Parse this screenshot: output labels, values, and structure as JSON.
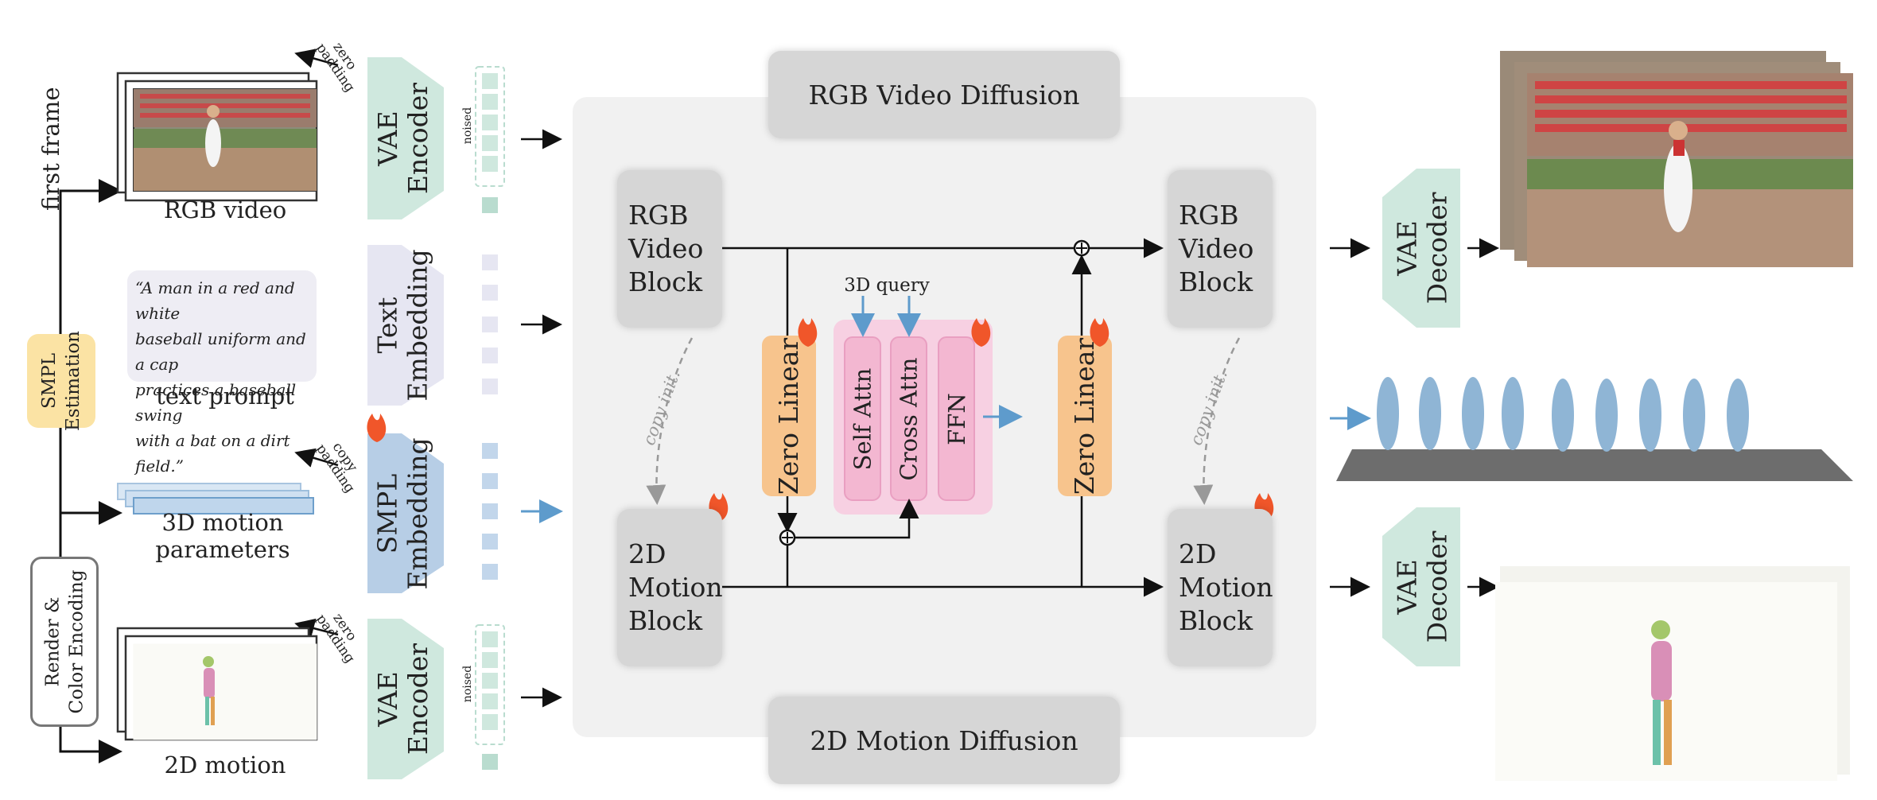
{
  "left": {
    "first_frame": "first frame",
    "smpl_estimation": [
      "SMPL",
      "Estimation"
    ],
    "render_color_encoding": [
      "Render &",
      "Color Encoding"
    ],
    "rgb_video_caption": "RGB video",
    "text_prompt_quote": [
      "“A man in a red and white",
      "baseball uniform and a cap",
      "practices a baseball swing",
      "with a bat on a dirt field.”"
    ],
    "text_prompt_caption": "text prompt",
    "motion_params_caption": "3D motion parameters",
    "motion_2d_caption": "2D motion",
    "zero_padding": [
      "zero",
      "padding"
    ],
    "copy_padding": [
      "copy",
      "padding"
    ]
  },
  "encoders": {
    "vae_encoder": [
      "VAE",
      "Encoder"
    ],
    "text_embedding": [
      "Text",
      "Embedding"
    ],
    "smpl_embedding": [
      "SMPL",
      "Embedding"
    ],
    "noised": "noised"
  },
  "center": {
    "rgb_video_diffusion": "RGB Video Diffusion",
    "motion_2d_diffusion": "2D Motion Diffusion",
    "rgb_video_block": [
      "RGB",
      "Video",
      "Block"
    ],
    "motion_2d_block": [
      "2D",
      "Motion",
      "Block"
    ],
    "zero_linear": "Zero Linear",
    "self_attn": "Self Attn",
    "cross_attn": "Cross Attn",
    "ffn": "FFN",
    "query_3d": "3D query",
    "copy_init": "copy init."
  },
  "right": {
    "vae_decoder": [
      "VAE",
      "Decoder"
    ]
  },
  "colors": {
    "vae_green": "#cfe8de",
    "text_lavender": "#e6e6f2",
    "smpl_blue": "#b7cee6",
    "smpl_yellow": "#fbe3a4",
    "zero_orange": "#f7c48d",
    "attn_pink": "#f5c6dc",
    "arrow_blue": "#5e9bcc",
    "block_gray": "#d6d6d6",
    "panel_gray": "#f1f1f1",
    "flame": "#f0562a"
  }
}
